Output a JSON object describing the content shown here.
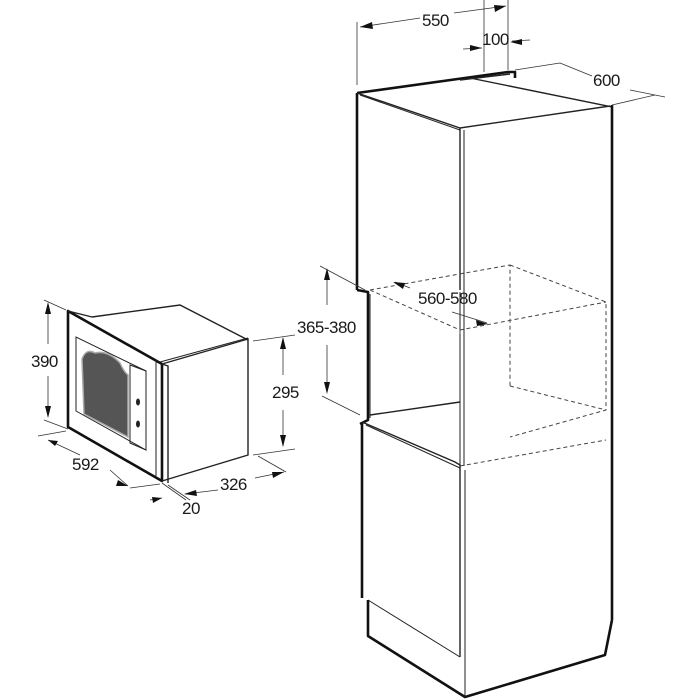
{
  "diagram": {
    "type": "built-in microwave installation dimension drawing",
    "units": "mm",
    "appliance": {
      "name": "built-in microwave oven",
      "dimensions": {
        "height": "390",
        "width": "592",
        "body_height": "295",
        "depth": "326",
        "frame_depth": "20"
      }
    },
    "cabinet": {
      "name": "tall kitchen cabinet with niche",
      "dimensions": {
        "top_width": "550",
        "rear_gap": "100",
        "depth": "600",
        "niche_width": "560-580",
        "niche_height": "365-380"
      }
    },
    "colors": {
      "line": "#111111",
      "window": "#555555",
      "background": "#ffffff"
    }
  }
}
